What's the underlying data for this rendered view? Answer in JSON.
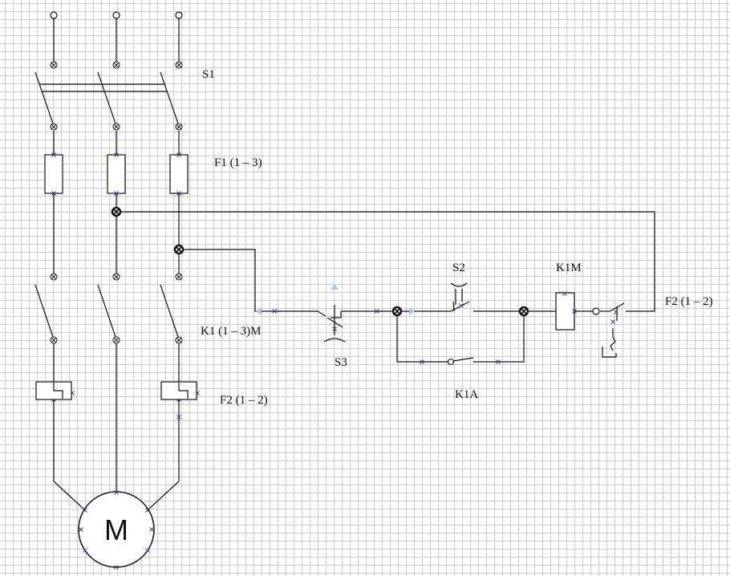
{
  "labels": {
    "s1": "S1",
    "f1": "F1 (1 – 3)",
    "k1_main": "K1 (1 – 3)M",
    "f2_main": "F2 (1 – 2)",
    "s2": "S2",
    "s3": "S3",
    "k1m": "K1M",
    "k1a": "K1A",
    "f2_ctrl": "F2 (1 – 2)",
    "motor": "M"
  },
  "colors": {
    "wire": "#111111",
    "connector": "#3a3aa0",
    "handle": "#a9c8ee",
    "grid": "#c9c9c9"
  }
}
